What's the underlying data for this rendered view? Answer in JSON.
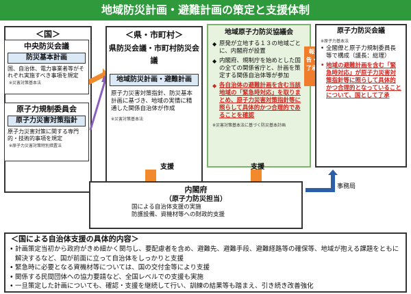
{
  "title": "地域防災計画・避難計画の策定と支援体制",
  "national": {
    "heading": "＜国＞",
    "council": {
      "name": "中央防災会議",
      "plan": "防災基本計画",
      "desc": "国、自治体、電力事業者等がそれぞれ実施すべき事項を規定",
      "src": "※災害対策基本法"
    },
    "nra": {
      "name": "原子力規制委員会",
      "plan": "原子力災害対策指針",
      "desc": "原子力災害対策に関する専門的・技術的事項を規定",
      "src": "※原子力災害対策特別措置法"
    }
  },
  "prefecture": {
    "heading": "＜県・市町村＞",
    "council": "県防災会議・市町村防災会議",
    "plan": "地域防災計画・避難計画",
    "desc": "原子力災害対策指針、防災基本計画に基づき、地域の実情に精通した関係自治体が作成",
    "src": "※災害対策基本法"
  },
  "regional": {
    "heading": "地域原子力防災協議会",
    "items": [
      "原発が立地する１３の地域ごとに、内閣府が設置",
      "内閣府、規制庁を始めとした国の全ての関係省庁と、計画を策定する関係自治体等が参加",
      "各自治体の避難計画を含む当該地域の「緊急時対応」を取りまとめ、原子力災害対策指針等に照らして具体的かつ合理的であることを確認"
    ],
    "src": "※災害対策基本法に基づく防災基本計画"
  },
  "report_label": "報告・了承",
  "nuclear_council": {
    "heading": "原子力防災会議",
    "src": "※原子力基本法",
    "items": [
      "全閣僚と原子力規制委員長等で構成（議長：総理）",
      "地域の避難計画を含む「緊急時対応」が原子力災害対策指針等に照らして具体的かつ合理的となっていることについて、国として了承"
    ]
  },
  "cabinet": {
    "title": "内閣府",
    "subtitle": "（原子力防災担当）",
    "items": [
      "国による自治体支援の実施",
      "防護設備、資機材等への財政的支援"
    ]
  },
  "secretariat": "事務局",
  "support_labels": [
    "支援",
    "支援"
  ],
  "bottom": {
    "heading": "＜国による自治体支援の具体的内容＞",
    "items": [
      "計画策定当初から政府がきめ細かく関与し、要配慮者を含め、避難先、避難手段、避難経路等の確保等、地域が抱える課題をともに解決するなど、国が前面に立って自治体をしっかりと支援",
      "緊急時に必要となる資機材等については、国の交付金等により支援",
      "関係する民間団体への協力要請など、全国レベルでの支援も実施",
      "一旦策定した計画についても、確認・支援を継続して行い、訓練の結果等も踏まえ、引き続き改善強化"
    ]
  }
}
